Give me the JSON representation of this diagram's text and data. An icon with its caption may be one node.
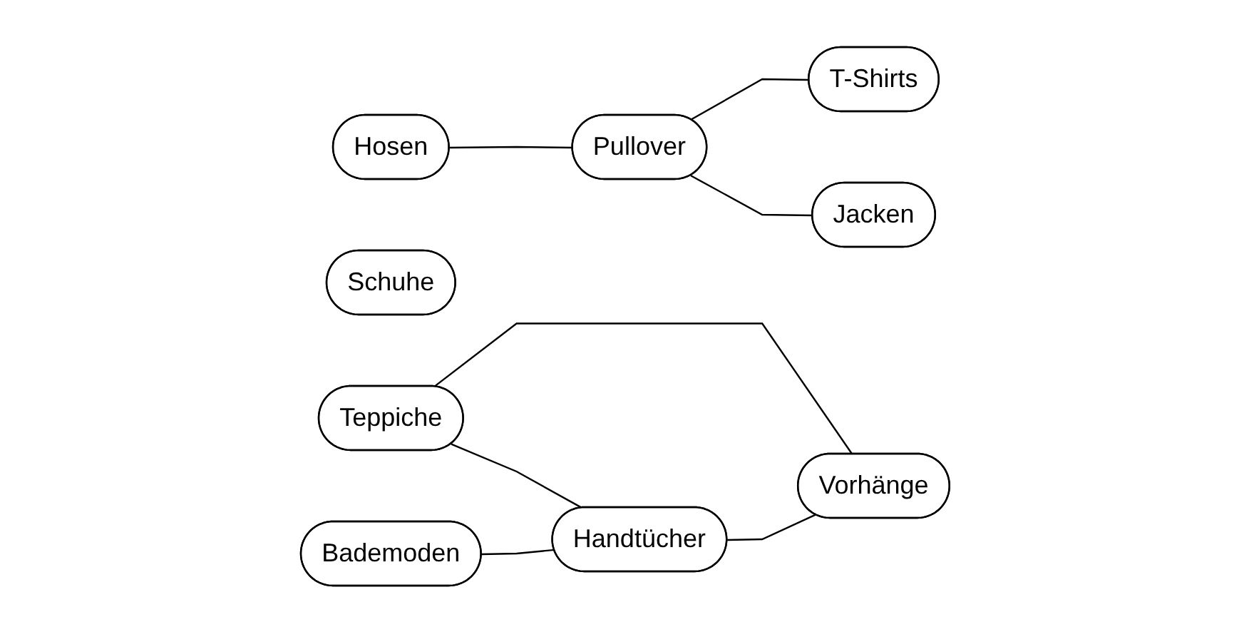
{
  "diagram": {
    "nodes": [
      {
        "text": [
          "Hosen"
        ]
      },
      {
        "text": [
          "Pullover"
        ]
      },
      {
        "text": [
          "T-Shirts"
        ]
      },
      {
        "text": [
          "Schuhe"
        ]
      },
      {
        "text": [
          "Jacken"
        ]
      },
      {
        "text": [
          "Teppiche"
        ]
      },
      {
        "text": [
          "Bademoden"
        ]
      },
      {
        "text": [
          "Handtücher"
        ]
      },
      {
        "text": [
          "Vorhänge"
        ]
      }
    ],
    "edges": [
      {
        "from": 0,
        "to": 1,
        "arrow": "none"
      },
      {
        "from": 1,
        "to": 2,
        "arrow": "none"
      },
      {
        "from": 1,
        "to": 4,
        "arrow": "none"
      },
      {
        "from": 5,
        "to": 7,
        "arrow": "none"
      },
      {
        "from": 5,
        "to": 8,
        "arrow": "none"
      },
      {
        "from": 6,
        "to": 7,
        "arrow": "none"
      },
      {
        "from": 7,
        "to": 8,
        "arrow": "none"
      }
    ]
  }
}
